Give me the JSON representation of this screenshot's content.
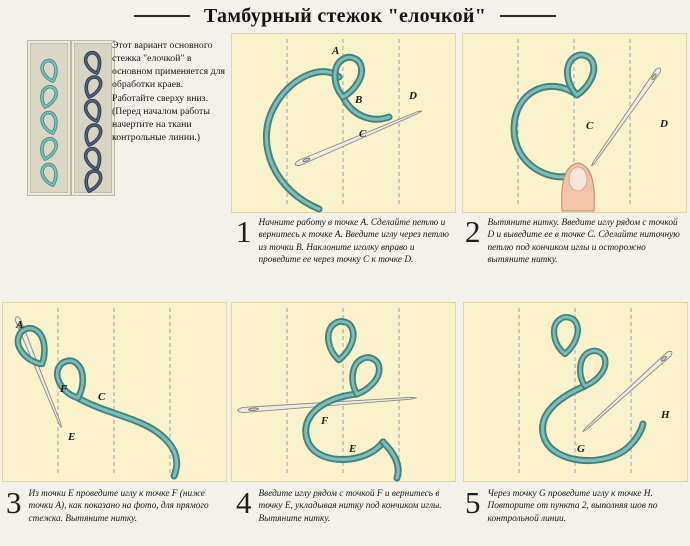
{
  "page": {
    "title": "Тамбурный стежок \"елочкой\""
  },
  "intro": {
    "text": "Этот вариант основного стежка \"елочкой\" в основном применяется для обработки краев. Работайте сверху вниз. (Перед началом работы начертите на ткани контрольные линии.)"
  },
  "swatches": [
    {
      "name": "teal-herringbone-chain-sample"
    },
    {
      "name": "navy-herringbone-chain-sample"
    }
  ],
  "steps": [
    {
      "num": "1",
      "caption": "Начните работу в точке A. Сделайте петлю и вернитесь к точке A. Введите иглу через петлю из точки B. Наклоните иголку вправо и проведите ее через точку C к точке D.",
      "labels": {
        "a": "A",
        "b": "B",
        "c": "C",
        "d": "D"
      }
    },
    {
      "num": "2",
      "caption": "Вытяните нитку. Введите иглу рядом с точкой D и выведите ее в точке C. Сделайте ниточную петлю под кончиком иглы и осторожно вытяните нитку.",
      "labels": {
        "c": "C",
        "d": "D"
      }
    },
    {
      "num": "3",
      "caption": "Из точки E проведите иглу к точке F (ниже точки A), как показано на фото, для прямого стежка. Вытяните нитку.",
      "labels": {
        "a": "A",
        "f": "F",
        "c": "C",
        "e": "E"
      }
    },
    {
      "num": "4",
      "caption": "Введите иглу рядом с точкой F и вернитесь в точку E, укладывая нитку под кончиком иглы. Вытяните нитку.",
      "labels": {
        "f": "F",
        "e": "E"
      }
    },
    {
      "num": "5",
      "caption": "Через точку G проведите иглу к точке H. Повторите от пункта 2, выполняя шов по контрольной линии.",
      "labels": {
        "g": "G",
        "h": "H"
      }
    }
  ],
  "colors": {
    "thread_teal": "#3f837e",
    "thread_teal_light": "#7fbcb6",
    "thread_navy": "#2c3c52",
    "panel_background": "#f9f2ca",
    "guide_line": "#98a6b5",
    "page_background": "#f4f1ea"
  }
}
